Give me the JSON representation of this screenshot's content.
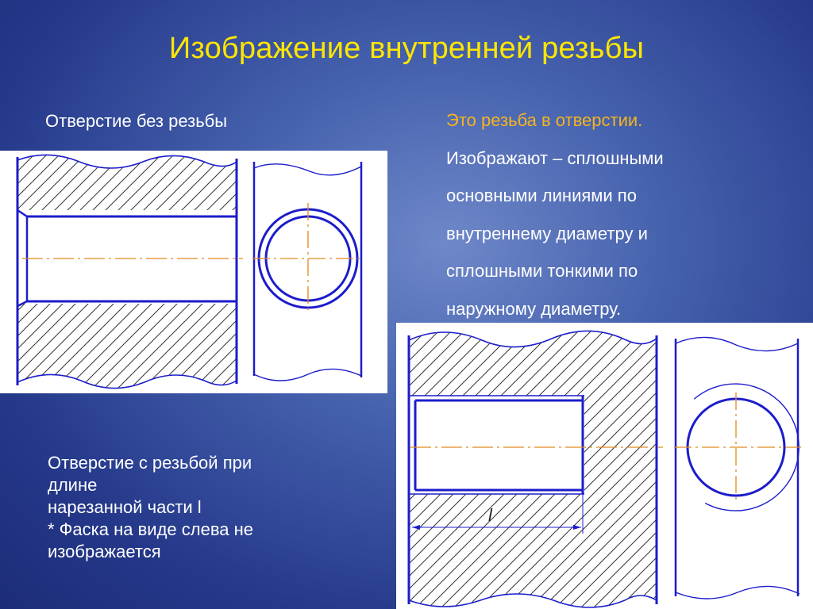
{
  "title": "Изображение внутренней резьбы",
  "caption_plain": "Отверстие без резьбы",
  "caption_threaded": [
    "Отверстие с резьбой при",
    "длине",
    "нарезанной части l",
    "* Фаска на виде слева не",
    "изображается"
  ],
  "description": {
    "highlight": "Это резьба в отверстии.",
    "lines": [
      "Изображают – сплошными",
      "основными линиями по",
      "внутреннему диаметру и",
      "сплошными тонкими по",
      "наружному диаметру."
    ]
  },
  "drawing": {
    "length_label": "l",
    "colors": {
      "outline": "#1c1ccc",
      "hatch": "#333333",
      "axis": "#e08a1e"
    }
  }
}
